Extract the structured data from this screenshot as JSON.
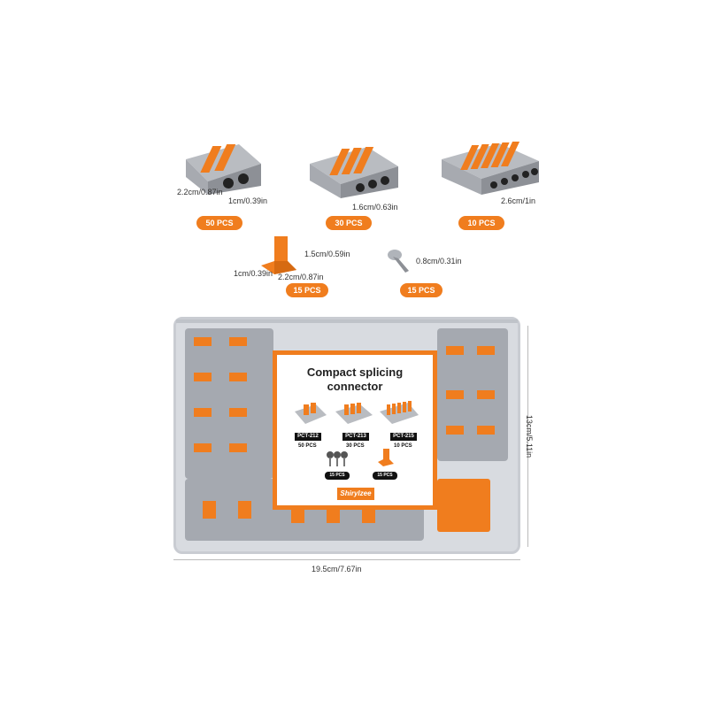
{
  "connectors": {
    "c2": {
      "width": "2.2cm/0.87in",
      "height": "1cm/0.39in",
      "pcs": "50 PCS"
    },
    "c3": {
      "width": "1.6cm/0.63in",
      "pcs": "30 PCS"
    },
    "c5": {
      "width": "2.6cm/1in",
      "pcs": "10 PCS"
    }
  },
  "tool": {
    "height": "1.5cm/0.59in",
    "depth": "1cm/0.39in",
    "width": "2.2cm/0.87in",
    "pcs": "15 PCS"
  },
  "screw": {
    "length": "0.8cm/0.31in",
    "pcs": "15 PCS"
  },
  "box": {
    "width": "19.5cm/7.67in",
    "height": "13cm/5.11in"
  },
  "card": {
    "title_line1": "Compact splicing",
    "title_line2": "connector",
    "models": [
      {
        "name": "PCT-212",
        "qty": "50 PCS"
      },
      {
        "name": "PCT-213",
        "qty": "30 PCS"
      },
      {
        "name": "PCT-215",
        "qty": "10 PCS"
      }
    ],
    "accessory_qty_1": "15 PCS",
    "accessory_qty_2": "15 PCS",
    "brand": "Shirylzee"
  },
  "colors": {
    "orange": "#f07d1e",
    "grey": "#9aa0a8",
    "black": "#111111"
  }
}
